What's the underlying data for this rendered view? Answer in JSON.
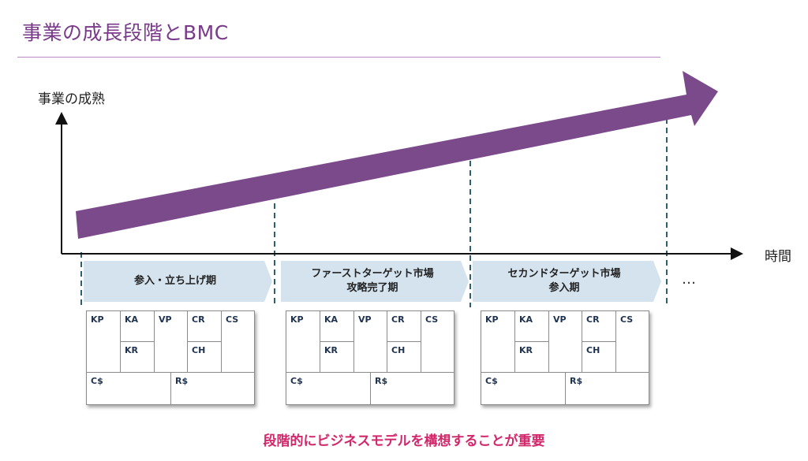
{
  "title": "事業の成長段階とBMC",
  "y_axis_label": "事業の成熟",
  "x_axis_label": "時間",
  "phases": [
    {
      "label": "参入・立ち上げ期"
    },
    {
      "label": "ファーストターゲット市場\n攻略完了期"
    },
    {
      "label": "セカンドターゲット市場\n参入期"
    }
  ],
  "ellipsis": "…",
  "bmc_labels": {
    "kp": "KP",
    "ka": "KA",
    "kr": "KR",
    "vp": "VP",
    "cr": "CR",
    "ch": "CH",
    "cs": "CS",
    "cost": "C$",
    "revenue": "R$"
  },
  "footer": "段階的にビジネスモデルを構想することが重要",
  "colors": {
    "title": "#7a3a8a",
    "arrow": "#7b4a8b",
    "phase_fill": "#d4e3ee",
    "dashed_line": "#2e5f6f",
    "footer": "#d2276b",
    "bmc_text": "#1f3350"
  }
}
